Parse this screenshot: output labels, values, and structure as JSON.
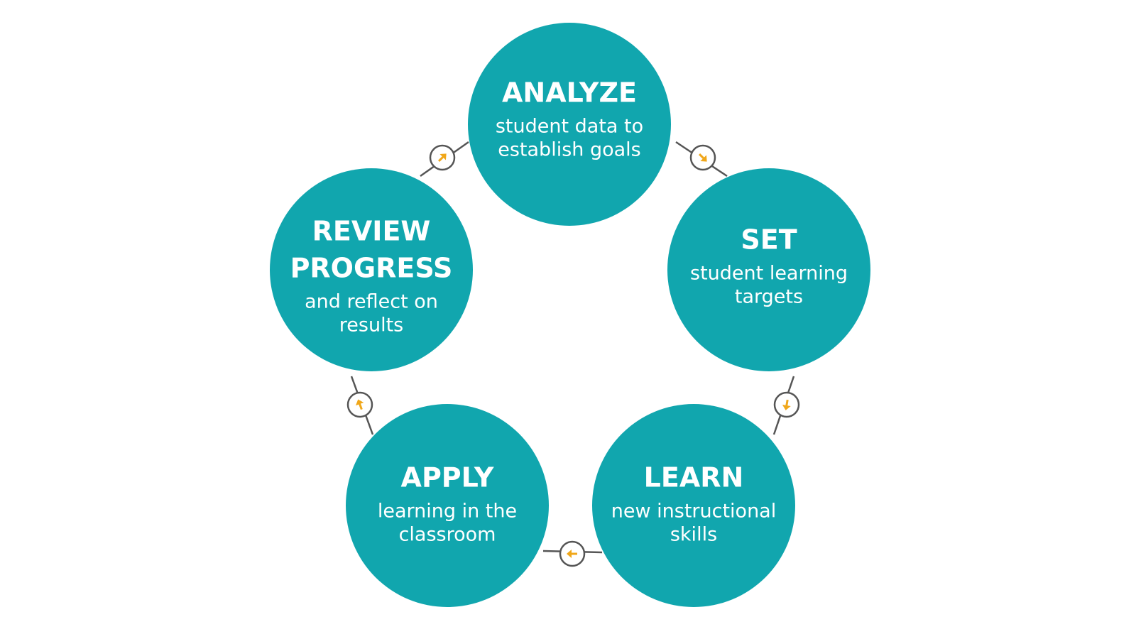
{
  "colors": {
    "circle_fill": "#11a6ae",
    "connector_line": "#555555",
    "arrow_accent": "#f0a71a",
    "text": "#ffffff",
    "background": "#ffffff"
  },
  "stages": [
    {
      "id": "analyze",
      "title": [
        "ANALYZE"
      ],
      "desc": [
        "student data to",
        "establish goals"
      ]
    },
    {
      "id": "set",
      "title": [
        "SET"
      ],
      "desc": [
        "student learning",
        "targets"
      ]
    },
    {
      "id": "learn",
      "title": [
        "LEARN"
      ],
      "desc": [
        "new instructional",
        "skills"
      ]
    },
    {
      "id": "apply",
      "title": [
        "APPLY"
      ],
      "desc": [
        "learning in the",
        "classroom"
      ]
    },
    {
      "id": "review",
      "title": [
        "REVIEW",
        "PROGRESS"
      ],
      "desc": [
        "and reflect on",
        "results"
      ]
    }
  ],
  "connectors": [
    {
      "from": "analyze",
      "to": "set",
      "icon": "arrow-icon"
    },
    {
      "from": "set",
      "to": "learn",
      "icon": "arrow-icon"
    },
    {
      "from": "learn",
      "to": "apply",
      "icon": "arrow-icon"
    },
    {
      "from": "apply",
      "to": "review",
      "icon": "arrow-icon"
    },
    {
      "from": "review",
      "to": "analyze",
      "icon": "arrow-icon"
    }
  ]
}
